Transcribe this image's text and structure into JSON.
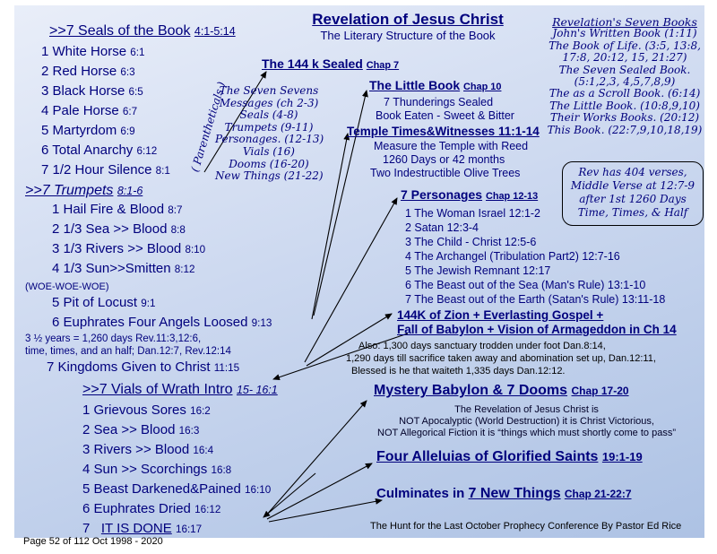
{
  "page": {
    "footer_left": "Page 52 of 112 Oct 1998 - 2020",
    "footer_right": "The Hunt for the Last October Prophecy Conference By Pastor Ed Rice"
  },
  "title": {
    "main": "Revelation of Jesus Christ",
    "sub": "The Literary Structure of the Book"
  },
  "seals": {
    "title": ">>7 Seals of the Book",
    "ref": "4:1-5:14",
    "items": [
      {
        "text": "1 White Horse",
        "ref": "6:1"
      },
      {
        "text": "2 Red Horse",
        "ref": "6:3"
      },
      {
        "text": "3 Black Horse",
        "ref": "6:5"
      },
      {
        "text": "4 Pale Horse",
        "ref": "6:7"
      },
      {
        "text": "5 Martyrdom",
        "ref": "6:9"
      },
      {
        "text": "6 Total Anarchy",
        "ref": "6:12"
      },
      {
        "text": "7 1/2 Hour Silence",
        "ref": "8:1"
      }
    ]
  },
  "trumpets": {
    "title": ">>7 Trumpets",
    "ref": "8:1-6",
    "items": [
      {
        "text": "1 Hail Fire & Blood",
        "ref": "8:7"
      },
      {
        "text": "2 1/3 Sea >> Blood",
        "ref": "8:8"
      },
      {
        "text": "3 1/3 Rivers >> Blood",
        "ref": "8:10"
      },
      {
        "text": "4 1/3 Sun>>Smitten",
        "ref": "8:12"
      }
    ],
    "woe": "(WOE-WOE-WOE)",
    "items2": [
      {
        "text": "5 Pit of Locust",
        "ref": "9:1"
      },
      {
        "text": "6 Euphrates Four Angels Loosed",
        "ref": "9:13"
      }
    ],
    "note1": "3 ½ years = 1,260 days Rev.11:3,12:6,",
    "note2": "time, times, and an half; Dan.12:7, Rev.12:14",
    "item7": {
      "text": "7 Kingdoms Given to Christ",
      "ref": "11:15"
    }
  },
  "vials": {
    "title": ">>7 Vials of Wrath Intro",
    "ref": "15- 16:1",
    "items": [
      {
        "text": "1 Grievous Sores",
        "ref": "16:2"
      },
      {
        "text": "2 Sea >> Blood",
        "ref": "16:3"
      },
      {
        "text": "3 Rivers >> Blood",
        "ref": "16:4"
      },
      {
        "text": "4 Sun >> Scorchings",
        "ref": "16:8"
      },
      {
        "text": "5 Beast Darkened&Pained",
        "ref": "16:10"
      },
      {
        "text": "6 Euphrates Dried",
        "ref": "16:12"
      }
    ],
    "item7": {
      "prefix": "7",
      "title": "IT IS DONE",
      "ref": "16:17"
    }
  },
  "parentheticals": {
    "rotated_label": "( Parentheticals )",
    "title": "The Seven Sevens",
    "lines": [
      "Messages (ch 2-3)",
      "Seals (4-8)",
      "Trumpets (9-11)",
      "Personages. (12-13)",
      "Vials (16)",
      "Dooms (16-20)",
      "New Things (21-22)"
    ]
  },
  "center": {
    "sealed144k": {
      "title": "The 144 k Sealed",
      "ref": "Chap 7"
    },
    "little_book": {
      "title": "The Little Book",
      "ref": "Chap 10",
      "line1": "7 Thunderings Sealed",
      "line2": "Book Eaten - Sweet & Bitter"
    },
    "temple": {
      "title": "Temple Times&Witnesses 11:1-14",
      "line1": "Measure the Temple with Reed",
      "line2": "1260 Days or 42 months",
      "line3": "Two Indestructible Olive Trees"
    },
    "personages": {
      "title": "7 Personages",
      "ref": "Chap 12-13",
      "items": [
        "1 The Woman Israel 12:1-2",
        "2 Satan 12:3-4",
        "3 The Child - Christ 12:5-6",
        "4 The Archangel (Tribulation Part2) 12:7-16",
        "5 The Jewish Remnant 12:17",
        "6 The Beast out of the Sea (Man's Rule) 13:1-10",
        "7 The Beast out of the Earth (Satan's Rule) 13:11-18"
      ]
    },
    "zion": {
      "line1": "144K of Zion + Everlasting Gospel +",
      "line2": "Fall of Babylon + Vision of Armageddon in Ch 14"
    },
    "also_notes": [
      "Also: 1,300 days sanctuary trodden under foot Dan.8:14,",
      "1,290 days till sacrifice taken away and abomination set up, Dan.12:11,",
      "Blessed is he that waiteth 1,335 days Dan.12:12."
    ],
    "mystery": {
      "title": "Mystery Babylon & 7 Dooms",
      "ref": "Chap 17-20",
      "line1": "The Revelation of Jesus Christ is",
      "line2": "NOT Apocalyptic (World Destruction) it is Christ Victorious,",
      "line3": "NOT Allegorical Fiction it is “things which must shortly come to pass”"
    },
    "alleluias": {
      "title": "Four Alleluias of Glorified Saints",
      "ref": "19:1-19"
    },
    "culminates": {
      "prefix": "Culminates in",
      "title": "7 New Things",
      "ref": "Chap 21-22:7"
    }
  },
  "seven_books": {
    "title": "Revelation's Seven Books",
    "lines": [
      "John's Written Book  (1:11)",
      "The Book of Life. (3:5, 13:8,",
      "17:8, 20:12, 15, 21:27)",
      "The Seven Sealed Book.",
      "(5:1,2,3, 4,5,7,8,9)",
      "The as a Scroll Book. (6:14)",
      "The Little Book. (10:8,9,10)",
      "Their Works Books. (20:12)",
      "This Book. (22:7,9,10,18,19)"
    ]
  },
  "callout": {
    "line1": "Rev has 404 verses,",
    "line2": "Middle Verse at 12:7-9",
    "line3": "after 1st 1260 Days",
    "line4": "Time, Times, & Half"
  },
  "colors": {
    "navy": "#00007d",
    "black": "#000000",
    "bg_top": "#e9eef9",
    "bg_bottom": "#adc2e4"
  }
}
